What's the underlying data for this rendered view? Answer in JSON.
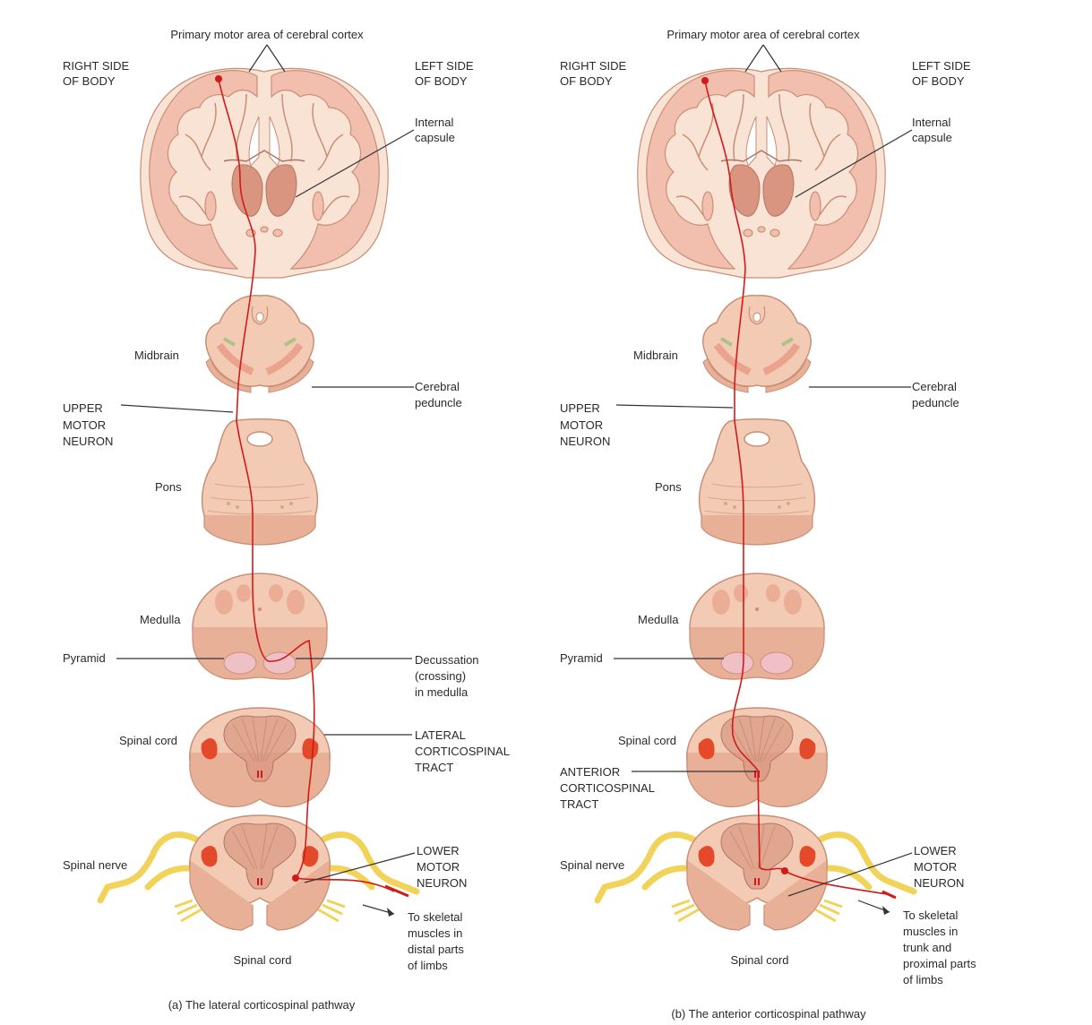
{
  "panel_a": {
    "top_label": "Primary motor area of cerebral cortex",
    "right_side": [
      "RIGHT SIDE",
      "OF BODY"
    ],
    "left_side": [
      "LEFT SIDE",
      "OF BODY"
    ],
    "internal_capsule": [
      "Internal",
      "capsule"
    ],
    "midbrain": "Midbrain",
    "cerebral_peduncle": [
      "Cerebral",
      "peduncle"
    ],
    "upper_motor_neuron": [
      "UPPER",
      "MOTOR",
      "NEURON"
    ],
    "pons": "Pons",
    "medulla": "Medulla",
    "pyramid": "Pyramid",
    "decussation": [
      "Decussation",
      "(crossing)",
      "in medulla"
    ],
    "spinal_cord_upper": "Spinal cord",
    "tract_label": [
      "LATERAL",
      "CORTICOSPINAL",
      "TRACT"
    ],
    "spinal_nerve": "Spinal nerve",
    "lower_motor_neuron": [
      "LOWER",
      "MOTOR",
      "NEURON"
    ],
    "to_muscles": [
      "To skeletal",
      "muscles in",
      "distal parts",
      "of limbs"
    ],
    "spinal_cord_lower": "Spinal cord",
    "caption": "(a) The lateral corticospinal pathway"
  },
  "panel_b": {
    "top_label": "Primary motor area of cerebral cortex",
    "right_side": [
      "RIGHT SIDE",
      "OF BODY"
    ],
    "left_side": [
      "LEFT SIDE",
      "OF BODY"
    ],
    "internal_capsule": [
      "Internal",
      "capsule"
    ],
    "midbrain": "Midbrain",
    "cerebral_peduncle": [
      "Cerebral",
      "peduncle"
    ],
    "upper_motor_neuron": [
      "UPPER",
      "MOTOR",
      "NEURON"
    ],
    "pons": "Pons",
    "medulla": "Medulla",
    "pyramid": "Pyramid",
    "spinal_cord_upper": "Spinal cord",
    "tract_label": [
      "ANTERIOR",
      "CORTICOSPINAL",
      "TRACT"
    ],
    "spinal_nerve": "Spinal nerve",
    "lower_motor_neuron": [
      "LOWER",
      "MOTOR",
      "NEURON"
    ],
    "to_muscles": [
      "To skeletal",
      "muscles in",
      "trunk and",
      "proximal parts",
      "of limbs"
    ],
    "spinal_cord_lower": "Spinal cord",
    "caption": "(b) The anterior corticospinal pathway"
  },
  "colors": {
    "neuron": "#d21a1a",
    "tissue": "#f3cbb4",
    "tract": "#e4492a",
    "nerve": "#f2d35a"
  }
}
